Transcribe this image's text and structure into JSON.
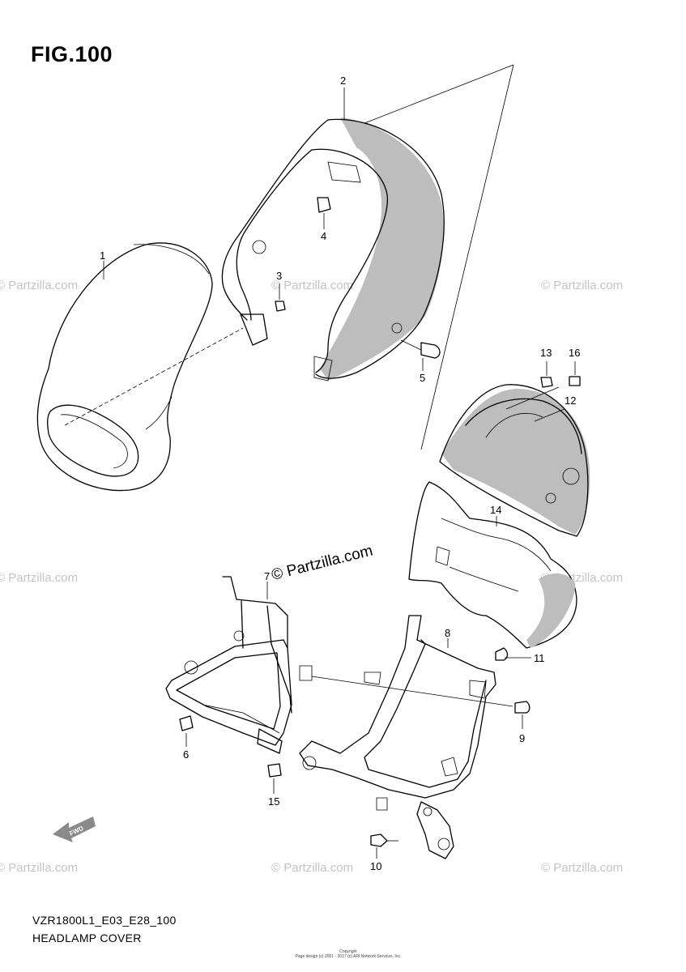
{
  "figure": {
    "title": "FIG.100"
  },
  "parts": [
    {
      "num": "1"
    },
    {
      "num": "2"
    },
    {
      "num": "3"
    },
    {
      "num": "4"
    },
    {
      "num": "5"
    },
    {
      "num": "6"
    },
    {
      "num": "7"
    },
    {
      "num": "8"
    },
    {
      "num": "9"
    },
    {
      "num": "10"
    },
    {
      "num": "11"
    },
    {
      "num": "12"
    },
    {
      "num": "13"
    },
    {
      "num": "14"
    },
    {
      "num": "15"
    },
    {
      "num": "16"
    }
  ],
  "watermark": {
    "repeat_text": "© Partzilla.com",
    "center_text": "© Partzilla.com"
  },
  "direction_label": "FWD",
  "footer": {
    "model_line": "VZR1800L1_E03_E28_100",
    "title_line": "HEADLAMP COVER"
  },
  "copyright": {
    "line1": "Copyright",
    "line2": "Page design (c) 2001 - 2017 (c) ARI Network Services, Inc."
  }
}
